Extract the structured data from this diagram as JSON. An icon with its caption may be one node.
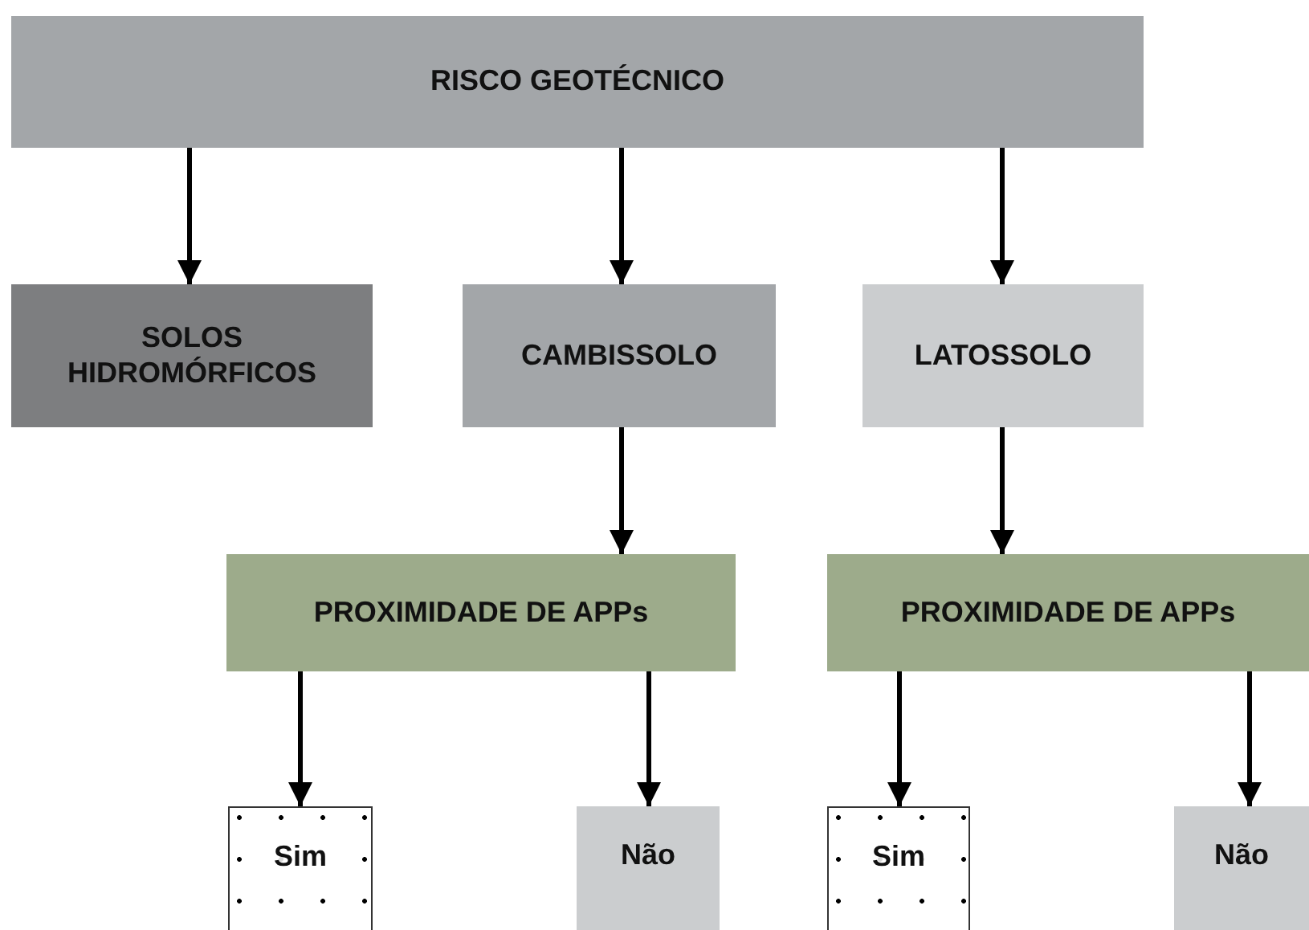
{
  "diagram": {
    "nodes": [
      {
        "text": [
          "RISCO GEOTÉCNICO"
        ]
      },
      {
        "text": [
          "SOLOS HIDROMÓRFICOS"
        ]
      },
      {
        "text": [
          "CAMBISSOLO"
        ]
      },
      {
        "text": [
          "LATOSSOLO"
        ]
      },
      {
        "text": [
          "PROXIMIDADE DE APPs"
        ]
      },
      {
        "text": [
          "PROXIMIDADE DE APPs"
        ]
      },
      {
        "text": [
          "Sim"
        ]
      },
      {
        "text": [
          "Não"
        ]
      },
      {
        "text": [
          "Sim"
        ]
      },
      {
        "text": [
          "Não"
        ]
      }
    ],
    "edges": [
      {
        "from": 0,
        "to": 1,
        "arrow": "to"
      },
      {
        "from": 0,
        "to": 2,
        "arrow": "to"
      },
      {
        "from": 0,
        "to": 3,
        "arrow": "to"
      },
      {
        "from": 2,
        "to": 4,
        "arrow": "to"
      },
      {
        "from": 3,
        "to": 5,
        "arrow": "to"
      },
      {
        "from": 4,
        "to": 6,
        "arrow": "to"
      },
      {
        "from": 4,
        "to": 7,
        "arrow": "to"
      },
      {
        "from": 5,
        "to": 8,
        "arrow": "to"
      },
      {
        "from": 5,
        "to": 9,
        "arrow": "to"
      }
    ]
  }
}
